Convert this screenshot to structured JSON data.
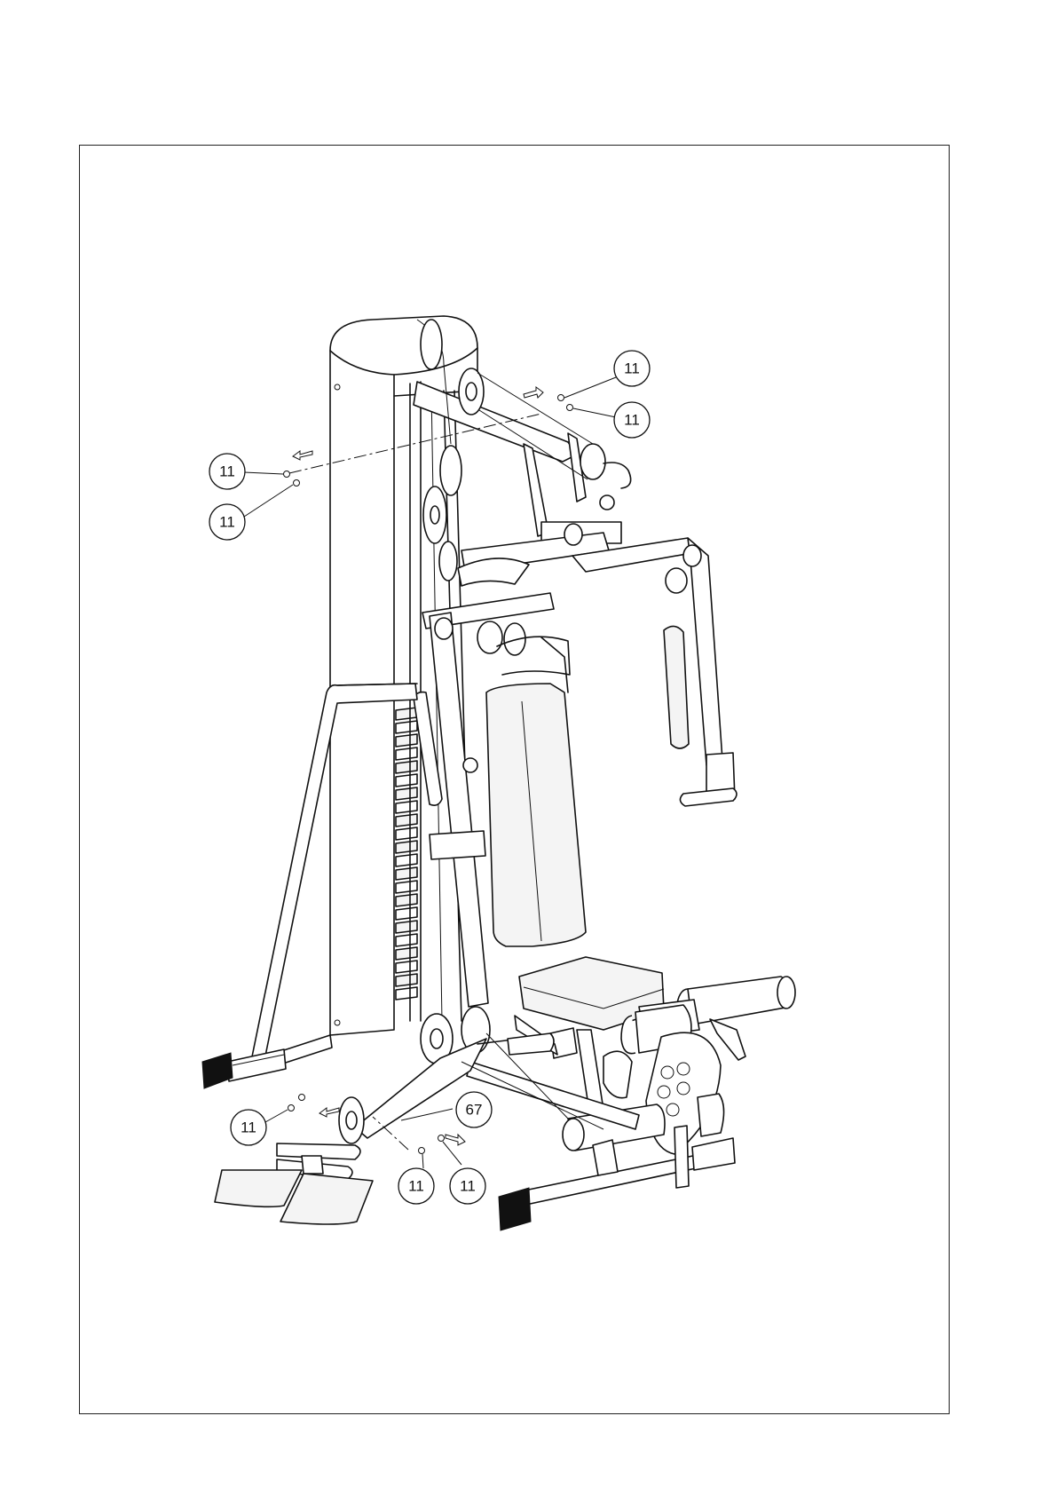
{
  "figure": {
    "description_labels_only": true,
    "callouts": [
      {
        "id": "c1",
        "label": "11"
      },
      {
        "id": "c2",
        "label": "11"
      },
      {
        "id": "c3",
        "label": "11"
      },
      {
        "id": "c4",
        "label": "11"
      },
      {
        "id": "c5",
        "label": "11"
      },
      {
        "id": "c6",
        "label": "11"
      },
      {
        "id": "c7",
        "label": "11"
      },
      {
        "id": "c8",
        "label": "67"
      }
    ]
  }
}
